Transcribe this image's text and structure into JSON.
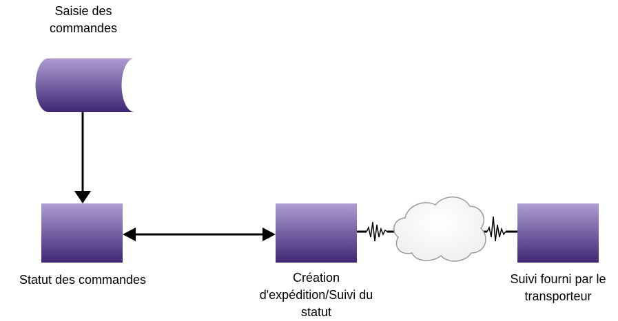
{
  "colors": {
    "node_top": "#ad9dd3",
    "node_bottom": "#3f2774",
    "connector": "#000000",
    "cloud_fill": "#eeeeee",
    "cloud_stroke": "#9a9a9a"
  },
  "nodes": {
    "order_entry": {
      "label": "Saisie des\ncommandes",
      "shape": "stored-data"
    },
    "order_status": {
      "label": "Statut des commandes",
      "shape": "process"
    },
    "shipment": {
      "label": "Création\nd'expédition/Suivi du\nstatut",
      "shape": "process"
    },
    "carrier": {
      "label": "Suivi fourni par le\ntransporteur",
      "shape": "process"
    }
  },
  "connections": [
    {
      "from": "order_entry",
      "to": "order_status",
      "type": "arrow"
    },
    {
      "from": "order_status",
      "to": "shipment",
      "type": "bidirectional-arrow"
    },
    {
      "from": "shipment",
      "to": "carrier",
      "type": "network-link",
      "via": "cloud-icon"
    }
  ]
}
